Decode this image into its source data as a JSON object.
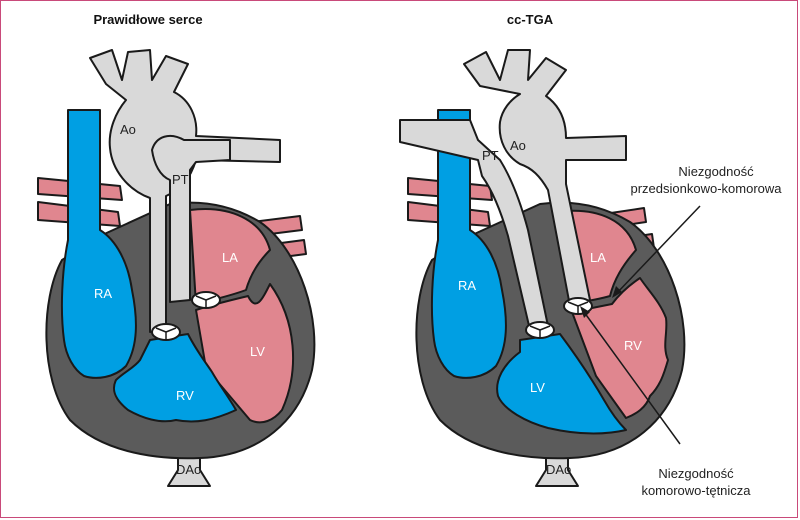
{
  "titles": {
    "left": "Prawidłowe serce",
    "right": "cc-TGA"
  },
  "left_labels": {
    "ao": "Ao",
    "pt": "PT",
    "ra": "RA",
    "la": "LA",
    "rv": "RV",
    "lv": "LV",
    "dao": "DAo"
  },
  "right_labels": {
    "ao": "Ao",
    "pt": "PT",
    "ra": "RA",
    "la": "LA",
    "lv": "LV",
    "rv": "RV",
    "dao": "DAo"
  },
  "annotations": {
    "av_line1": "Niezgodność",
    "av_line2": "przedsionkowo-komorowa",
    "va_line1": "Niezgodność",
    "va_line2": "komorowo-tętnicza"
  },
  "colors": {
    "blue": "#009fe3",
    "pink": "#e0868f",
    "grey_vessel": "#d9d9d9",
    "wall": "#5b5b5b",
    "outline": "#1a1a1a"
  }
}
